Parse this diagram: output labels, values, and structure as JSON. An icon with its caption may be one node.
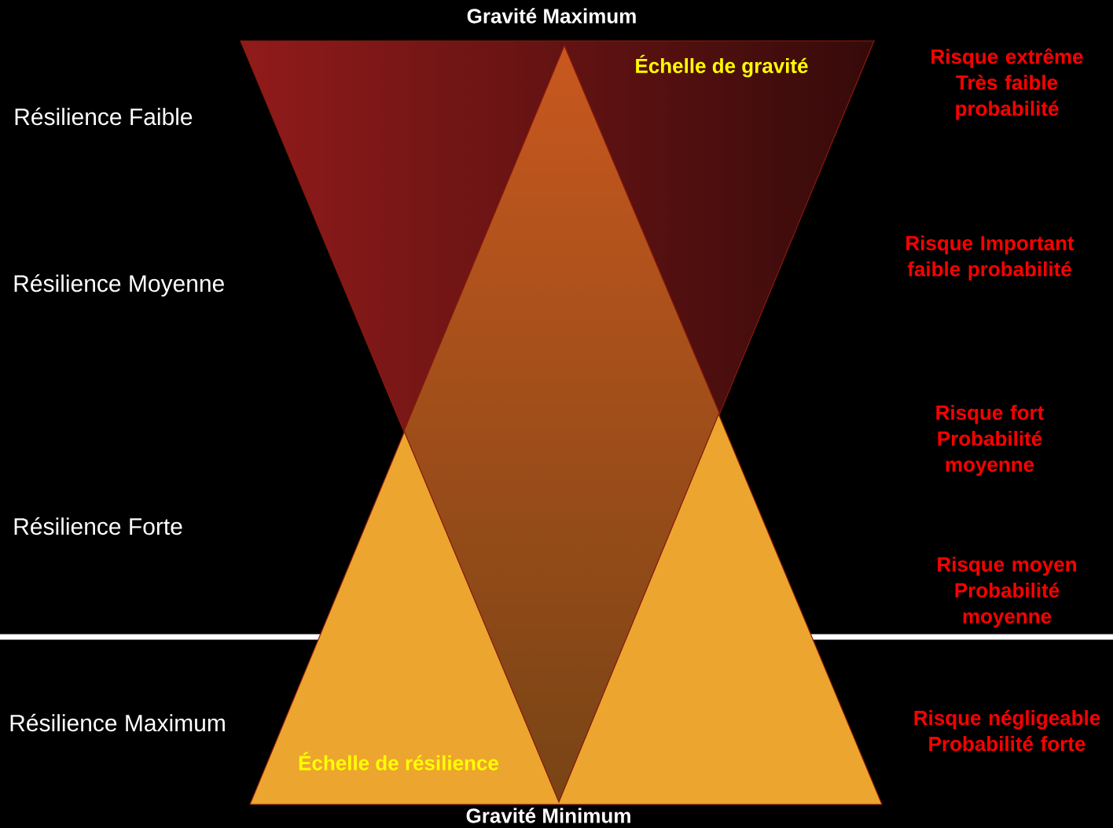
{
  "diagram": {
    "nodes": [
      {
        "text": [
          "Échelle de gravité"
        ]
      },
      {
        "text": [
          "Échelle de résilience"
        ]
      }
    ],
    "labels": [
      "Gravité Maximum",
      "Résilience Faible",
      "Risque extrême Très faible probabilité",
      "Résilience Moyenne",
      "Risque Important faible probabilité",
      "Risque fort Probabilité moyenne",
      "Résilience Forte",
      "Risque moyen Probabilité moyenne",
      "Résilience Maximum",
      "Risque négligeable Probabilité forte",
      "Gravité Minimum"
    ]
  }
}
